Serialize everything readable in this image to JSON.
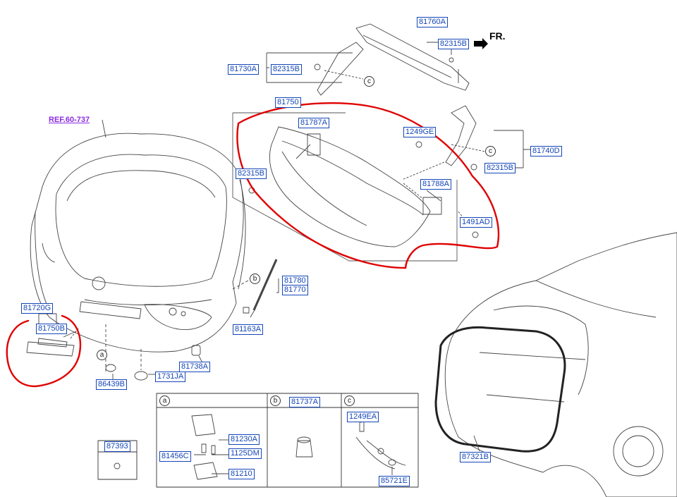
{
  "diagram": {
    "ref_label": "REF.60-737",
    "front_label": "FR.",
    "callouts": {
      "p81760A": "81760A",
      "p82315B_top": "82315B",
      "p81730A": "81730A",
      "p82315B_left": "82315B",
      "p81750": "81750",
      "p81787A": "81787A",
      "p1249GE": "1249GE",
      "p81740D": "81740D",
      "p82315B_right": "82315B",
      "p82315B_mid": "82315B",
      "p81788A": "81788A",
      "p1491AD": "1491AD",
      "p81780": "81780",
      "p81770": "81770",
      "p81163A": "81163A",
      "p81720G": "81720G",
      "p81750B": "81750B",
      "p81738A": "81738A",
      "p1731JA": "1731JA",
      "p86439B": "86439B",
      "p87393": "87393",
      "p81230A": "81230A",
      "p81456C": "81456C",
      "p1125DM": "1125DM",
      "p81210": "81210",
      "p81737A": "81737A",
      "p1249EA": "1249EA",
      "p85721E": "85721E",
      "p87321B": "87321B"
    },
    "markers": {
      "a": "a",
      "b": "b",
      "c": "c"
    },
    "highlight_color": "#e00000",
    "label_color": "#1446b8",
    "ref_color": "#8a2be2"
  }
}
